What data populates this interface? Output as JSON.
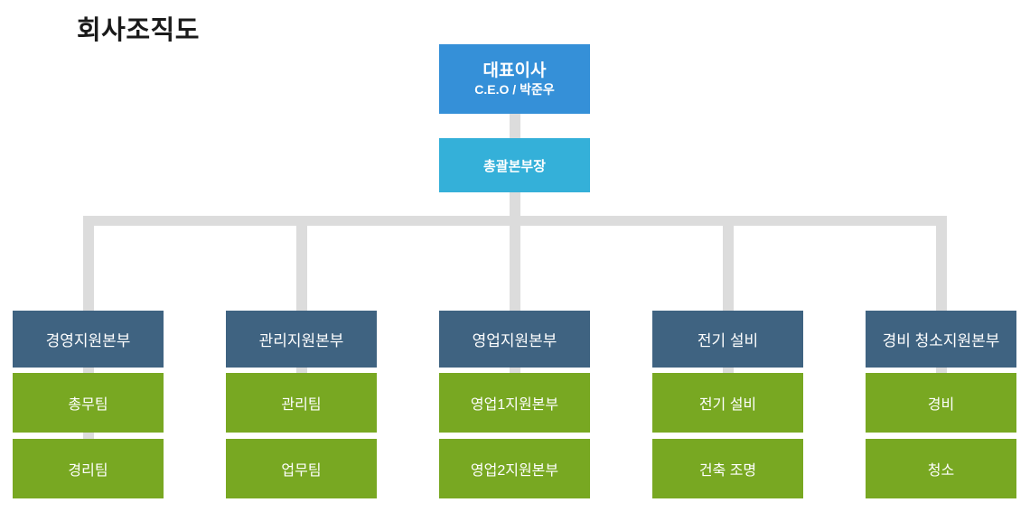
{
  "title": "회사조직도",
  "ceo": {
    "title": "대표이사",
    "subtitle": "C.E.O / 박준우"
  },
  "deputy": {
    "title": "총괄본부장"
  },
  "branches": [
    {
      "header": "경영지원본부",
      "children": [
        "총무팀",
        "경리팀"
      ]
    },
    {
      "header": "관리지원본부",
      "children": [
        "관리팀",
        "업무팀"
      ]
    },
    {
      "header": "영업지원본부",
      "children": [
        "영업1지원본부",
        "영업2지원본부"
      ]
    },
    {
      "header": "전기 설비",
      "children": [
        "전기 설비",
        "건축 조명"
      ]
    },
    {
      "header": "경비 청소지원본부",
      "children": [
        "경비",
        "청소"
      ]
    }
  ],
  "colors": {
    "ceo": "#3590d8",
    "deputy": "#34b0d9",
    "header": "#3f6381",
    "team": "#78a822",
    "line": "#dcdcdc",
    "text": "#ffffff",
    "title_text": "#1a1a1a"
  }
}
